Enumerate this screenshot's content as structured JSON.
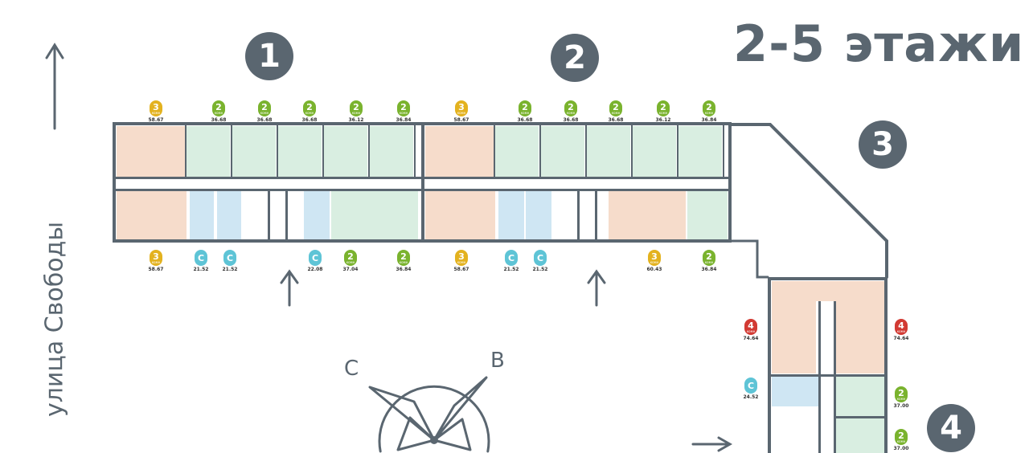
{
  "title": "2-5 этажи",
  "street": "улица Свободы",
  "sections": [
    "1",
    "2",
    "3",
    "4"
  ],
  "compass": {
    "north": "С",
    "east": "В"
  },
  "colors": {
    "wall": "#5a6670",
    "three": "#e3b21f",
    "two": "#7ab32e",
    "studio": "#5ec4d6",
    "four": "#d23a33",
    "orange_fill": "#f6dccb",
    "green_fill": "#d9eee1",
    "blue_fill": "#cfe6f3"
  },
  "badge_subtext": "комн",
  "units": [
    {
      "type": "3",
      "area": "58.67"
    },
    {
      "type": "2",
      "area": "36.68"
    },
    {
      "type": "2",
      "area": "36.68"
    },
    {
      "type": "2",
      "area": "36.68"
    },
    {
      "type": "2",
      "area": "36.12"
    },
    {
      "type": "2",
      "area": "36.84"
    },
    {
      "type": "3",
      "area": "58.67"
    },
    {
      "type": "2",
      "area": "36.68"
    },
    {
      "type": "2",
      "area": "36.68"
    },
    {
      "type": "2",
      "area": "36.68"
    },
    {
      "type": "2",
      "area": "36.12"
    },
    {
      "type": "2",
      "area": "36.84"
    },
    {
      "type": "3",
      "area": "58.67"
    },
    {
      "type": "С",
      "area": "21.52"
    },
    {
      "type": "С",
      "area": "21.52"
    },
    {
      "type": "С",
      "area": "22.08"
    },
    {
      "type": "2",
      "area": "37.04"
    },
    {
      "type": "2",
      "area": "36.84"
    },
    {
      "type": "3",
      "area": "58.67"
    },
    {
      "type": "С",
      "area": "21.52"
    },
    {
      "type": "С",
      "area": "21.52"
    },
    {
      "type": "3",
      "area": "60.43"
    },
    {
      "type": "2",
      "area": "36.84"
    },
    {
      "type": "4",
      "area": "74.64"
    },
    {
      "type": "4",
      "area": "74.64"
    },
    {
      "type": "С",
      "area": "24.52"
    },
    {
      "type": "2",
      "area": "37.00"
    },
    {
      "type": "2",
      "area": "37.00"
    }
  ]
}
